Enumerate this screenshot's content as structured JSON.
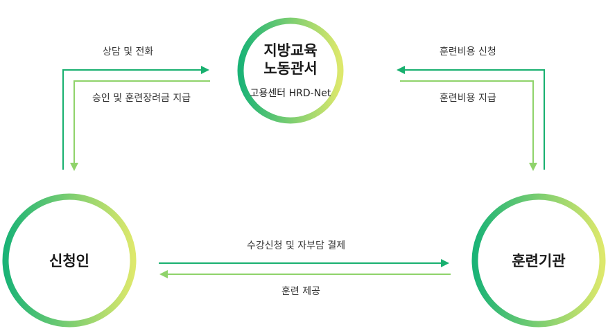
{
  "colors": {
    "ring_start": "#1ab376",
    "ring_end": "#dde86c",
    "arrow_dark": "#18b06f",
    "arrow_light": "#8fd36a"
  },
  "nodes": {
    "center": {
      "title_line1": "지방교육",
      "title_line2": "노동관서",
      "subtitle": "고용센터 HRD-Net"
    },
    "left": {
      "title": "신청인"
    },
    "right": {
      "title": "훈련기관"
    }
  },
  "flows": {
    "left_top_out": "상담 및 전화",
    "left_top_back": "승인 및 훈련장려금 지급",
    "right_top_out": "훈련비용 신청",
    "right_top_back": "훈련비용 지급",
    "bottom_out": "수강신청 및 자부담 결제",
    "bottom_back": "훈련 제공"
  }
}
